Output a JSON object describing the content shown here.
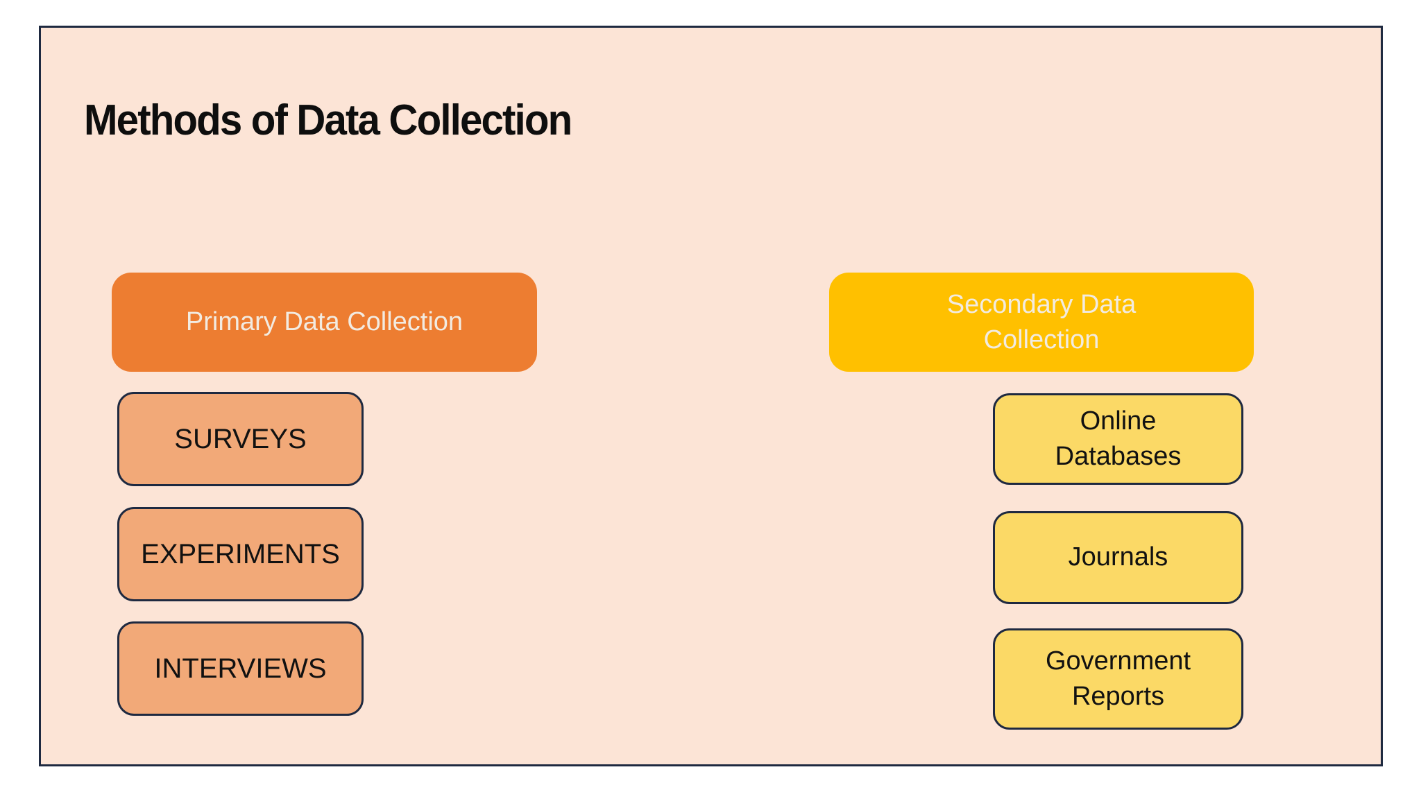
{
  "slide": {
    "title": "Methods of Data Collection"
  },
  "primary_column": {
    "header": "Primary Data Collection",
    "items": [
      "SURVEYS",
      "EXPERIMENTS",
      "INTERVIEWS"
    ]
  },
  "secondary_column": {
    "header": "Secondary Data Collection",
    "items": [
      "Online Databases",
      "Journals",
      "Government Reports"
    ]
  },
  "colors": {
    "page_background": "#ffffff",
    "slide_background": "#fce4d6",
    "frame_border": "#1e2940",
    "primary_header_bg": "#ed7d31",
    "primary_item_bg": "#f2a978",
    "secondary_header_bg": "#ffc000",
    "secondary_item_bg": "#fbd966",
    "header_text": "#f2ebe1",
    "item_text": "#111111",
    "title_text": "#0e0e0e"
  }
}
